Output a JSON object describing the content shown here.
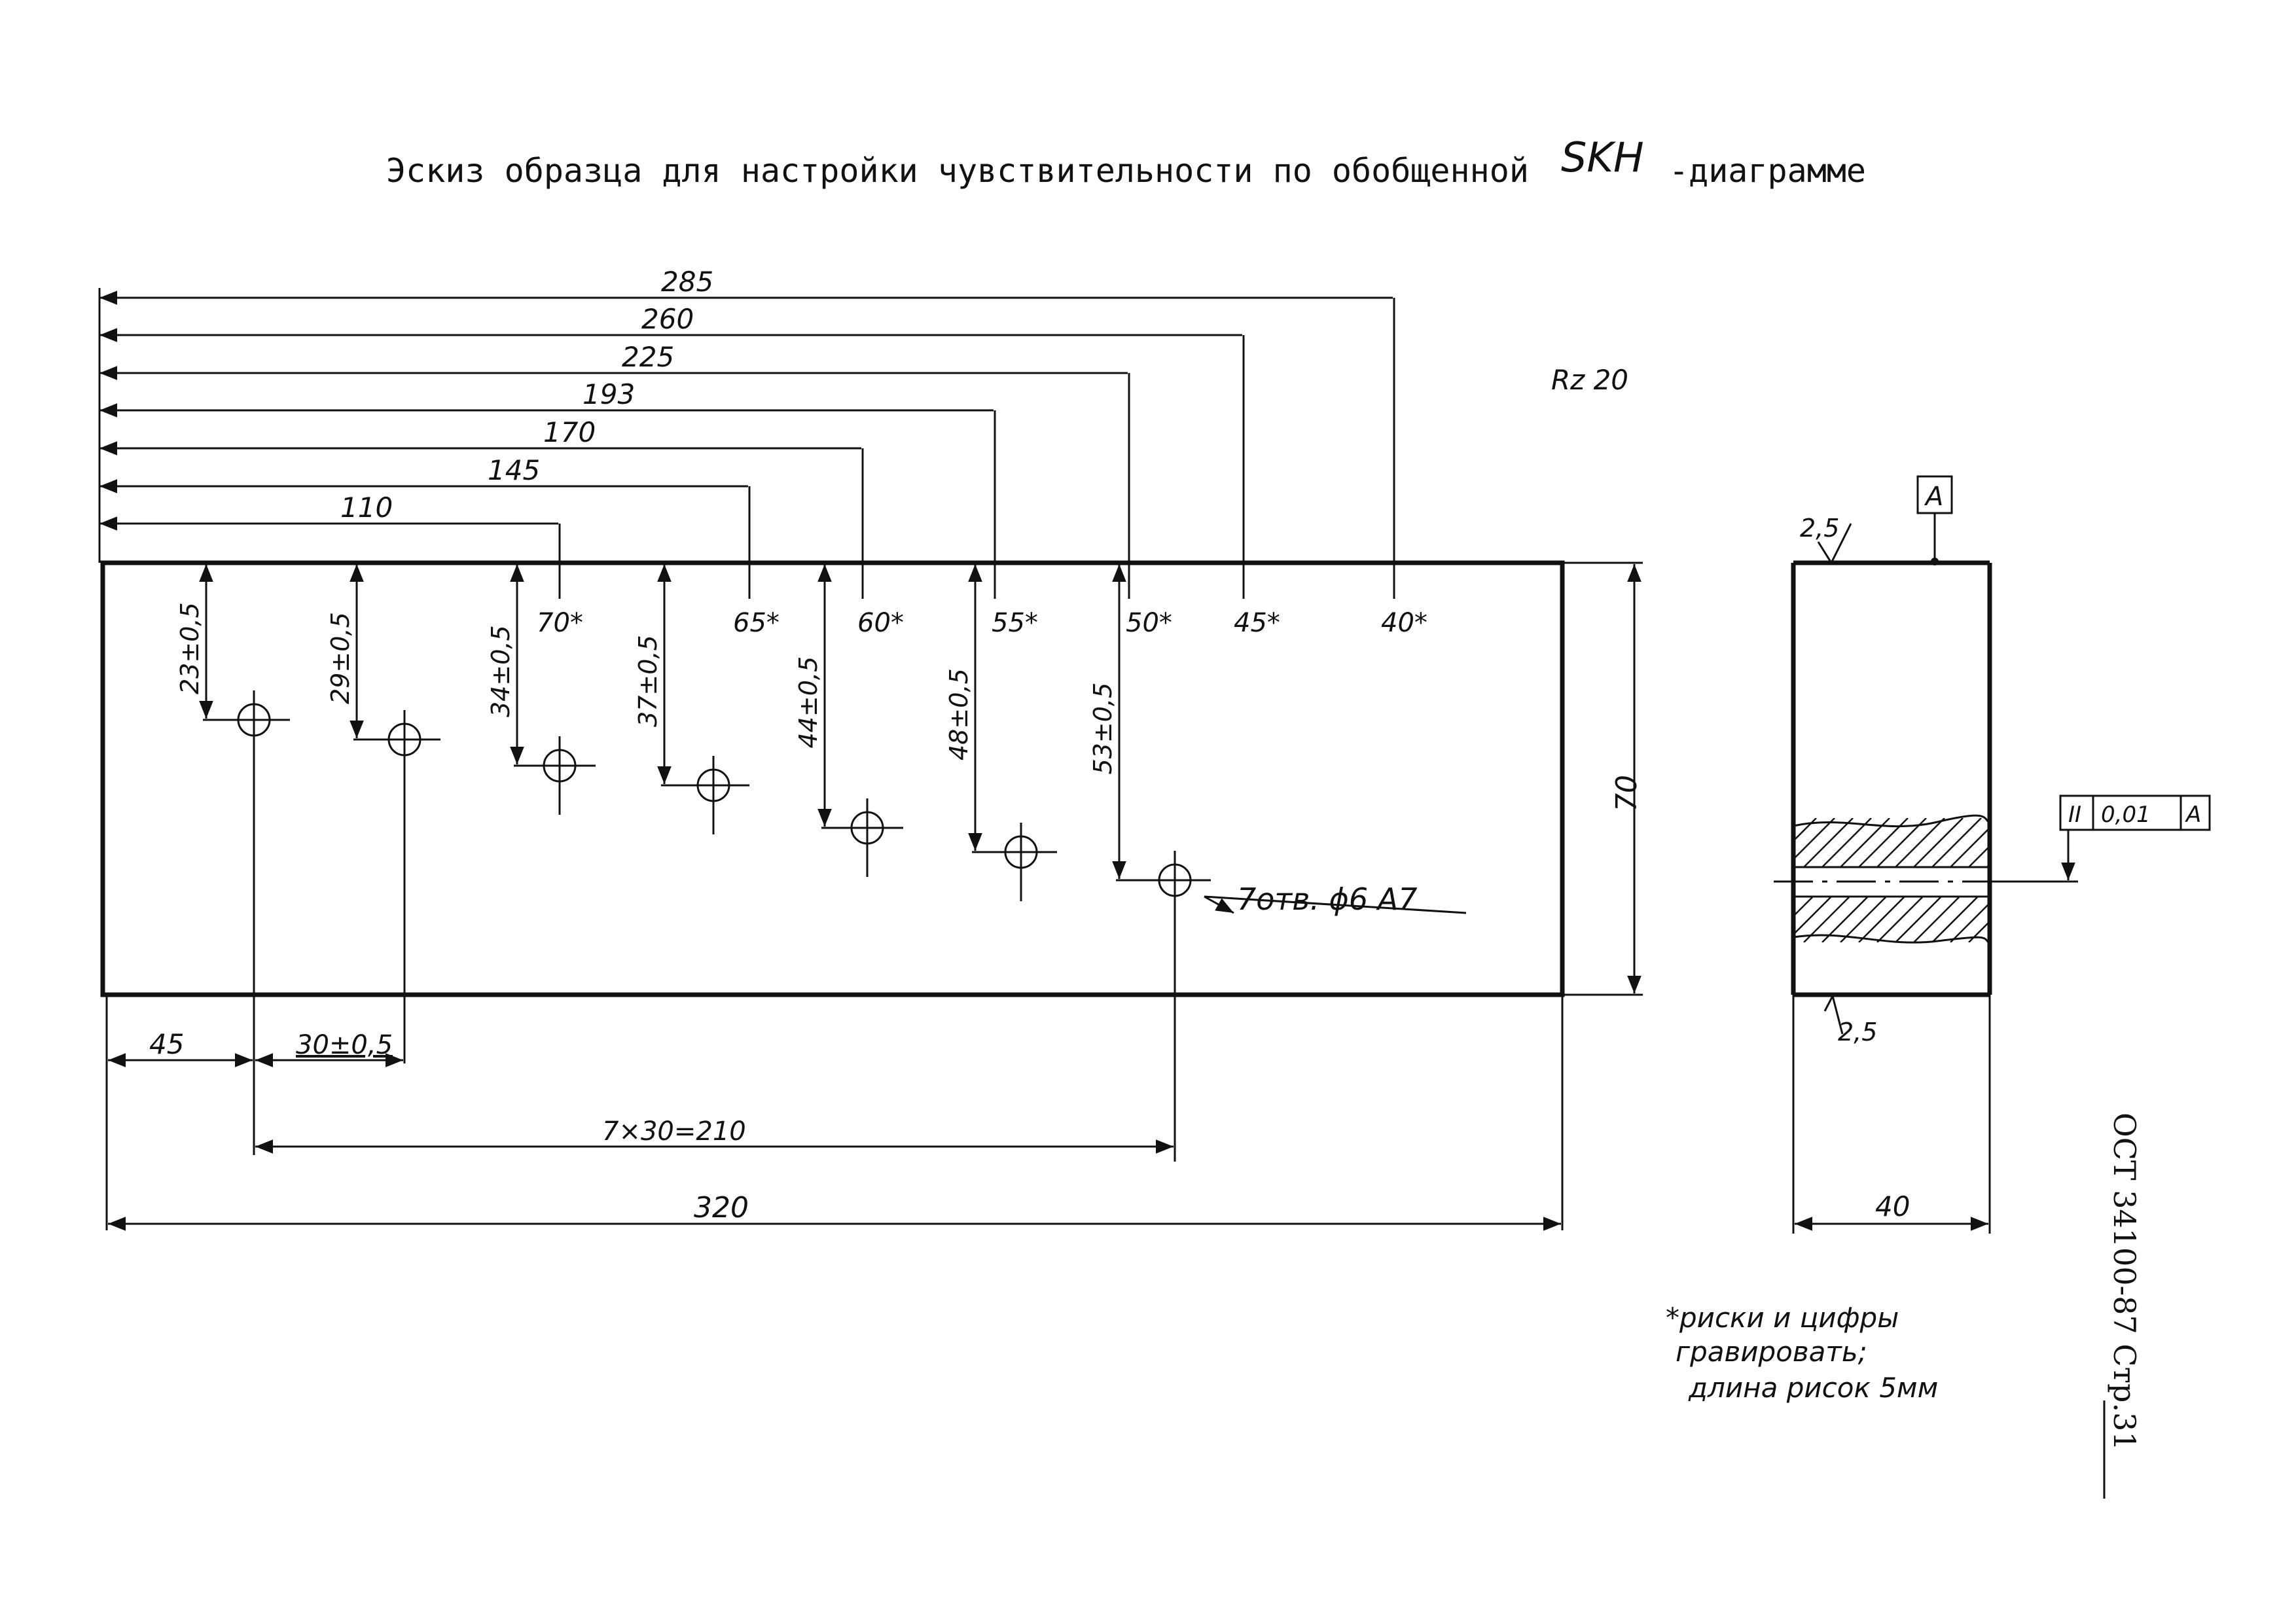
{
  "title": {
    "prefix": "Эскиз образца для настройки чувствительности по обобщенной",
    "symbol": "SKH",
    "suffix": "-диаграмме"
  },
  "roughness": "Rz 20",
  "top_dims": [
    "285",
    "260",
    "225",
    "193",
    "170",
    "145",
    "110"
  ],
  "marks": [
    "70*",
    "65*",
    "60*",
    "55*",
    "50*",
    "45*",
    "40*"
  ],
  "depths": [
    "23±0,5",
    "29±0,5",
    "34±0,5",
    "37±0,5",
    "44±0,5",
    "48±0,5",
    "53±0,5"
  ],
  "holes_note": "7отв. ϕ6 A7",
  "height_dim": "70",
  "bottom_dims": {
    "first": "45",
    "pitch": "30±0,5",
    "span": "7×30=210",
    "length": "320"
  },
  "side_view": {
    "datum": "A",
    "rough_top": "2,5",
    "rough_bottom": "2,5",
    "width": "40",
    "tol_symbol": "II",
    "tol_value": "0,01",
    "tol_datum": "A"
  },
  "note": [
    "*риски и цифры",
    "гравировать;",
    "длина рисок 5мм"
  ],
  "stamp": "ОСТ 34100-87 Стр.31"
}
